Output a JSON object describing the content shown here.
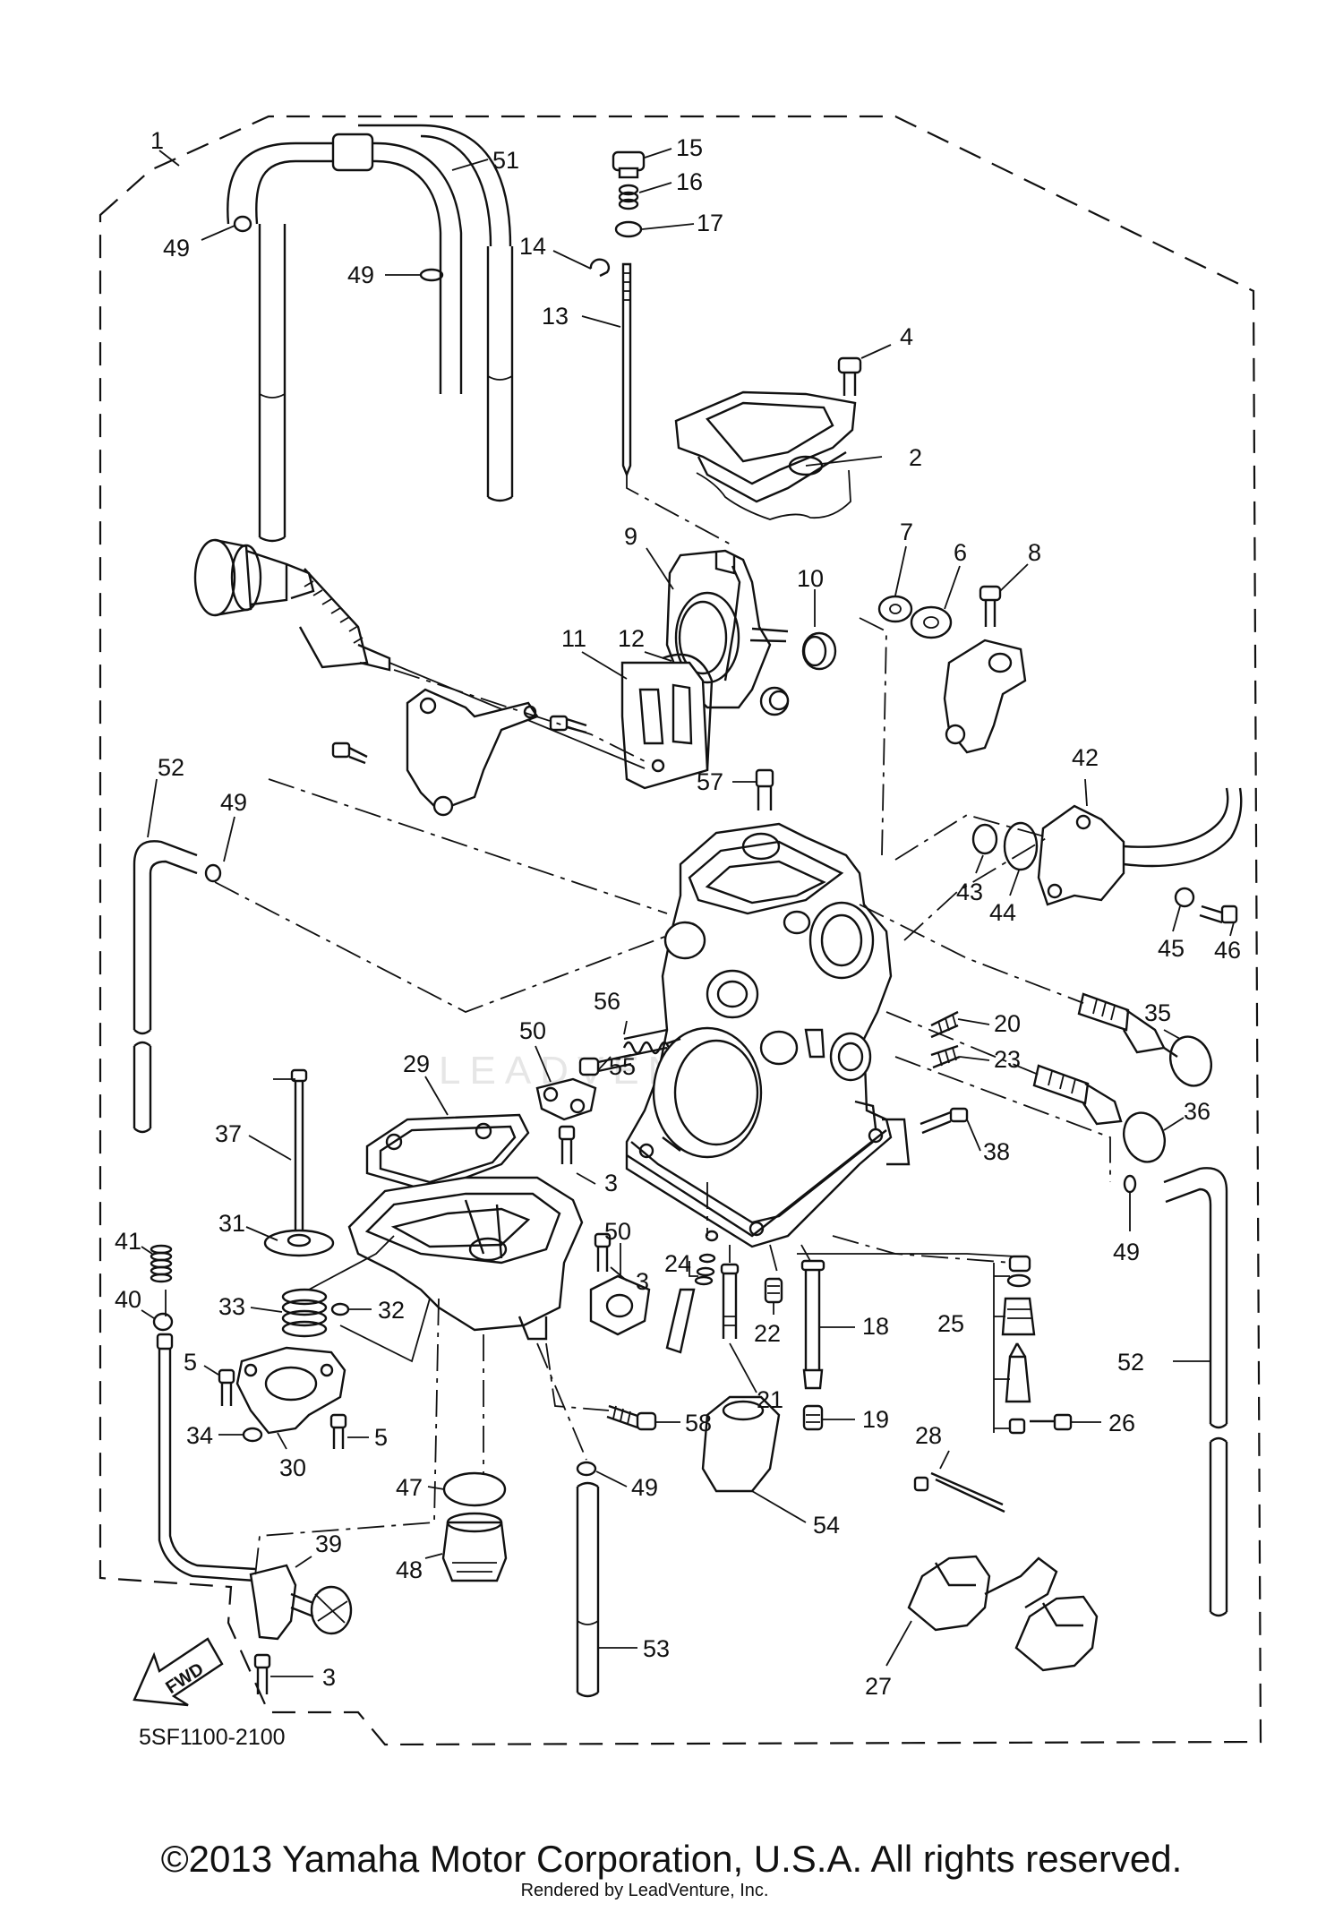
{
  "diagram": {
    "drawing_number": "5SF1100-2100",
    "watermark": "LEADVENTURE",
    "fwd_label": "FWD",
    "callouts": {
      "p1": "1",
      "p2": "2",
      "p3a": "3",
      "p3b": "3",
      "p3c": "3",
      "p4": "4",
      "p5a": "5",
      "p5b": "5",
      "p6": "6",
      "p7": "7",
      "p8": "8",
      "p9": "9",
      "p10": "10",
      "p11": "11",
      "p12": "12",
      "p13": "13",
      "p14": "14",
      "p15": "15",
      "p16": "16",
      "p17": "17",
      "p18": "18",
      "p19": "19",
      "p20": "20",
      "p21": "21",
      "p22": "22",
      "p23": "23",
      "p24": "24",
      "p25": "25",
      "p26": "26",
      "p27": "27",
      "p28": "28",
      "p29": "29",
      "p30": "30",
      "p31": "31",
      "p32": "32",
      "p33": "33",
      "p34": "34",
      "p35": "35",
      "p36": "36",
      "p37": "37",
      "p38": "38",
      "p39": "39",
      "p40": "40",
      "p41": "41",
      "p42": "42",
      "p43": "43",
      "p44": "44",
      "p45": "45",
      "p46": "46",
      "p47": "47",
      "p48": "48",
      "p49a": "49",
      "p49b": "49",
      "p49c": "49",
      "p49d": "49",
      "p49e": "49",
      "p50a": "50",
      "p50b": "50",
      "p51": "51",
      "p52a": "52",
      "p52b": "52",
      "p53": "53",
      "p54": "54",
      "p55": "55",
      "p56": "56",
      "p57": "57",
      "p58": "58"
    }
  },
  "footer": {
    "copyright": "©2013 Yamaha Motor Corporation, U.S.A. All rights reserved.",
    "render_credit": "Rendered by LeadVenture, Inc."
  }
}
